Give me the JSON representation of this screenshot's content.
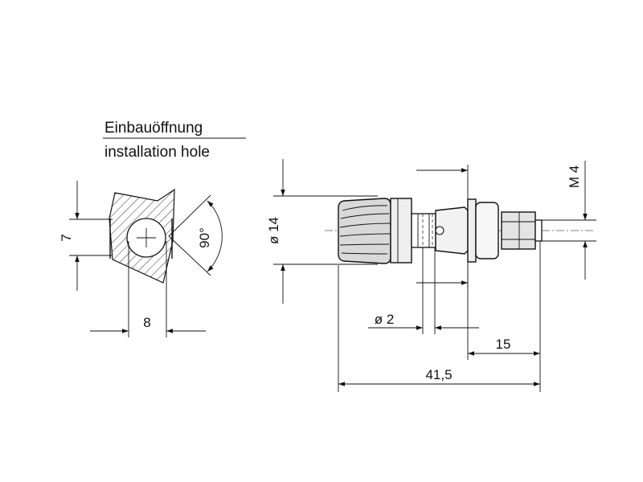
{
  "header": {
    "title_de": "Einbauöffnung",
    "title_en": "installation hole"
  },
  "dimensions": {
    "hole_height": "7",
    "hole_width": "8",
    "angle": "90°",
    "diameter_body": "ø 14",
    "thread": "M 4",
    "diameter_pin": "ø 2",
    "thread_length": "15",
    "total_length": "41,5"
  },
  "colors": {
    "line": "#111111",
    "knob_fill": "#d8d8d8",
    "body_fill": "#eeeeee"
  }
}
